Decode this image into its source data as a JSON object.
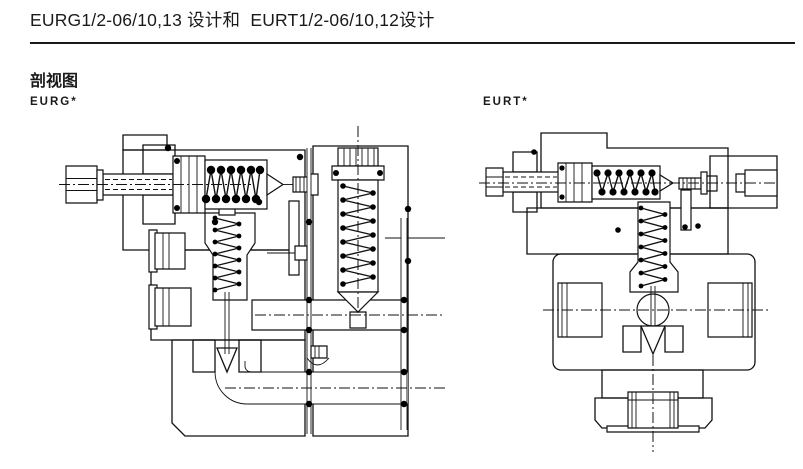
{
  "page": {
    "background": "#ffffff",
    "ink": "#1a1a1a"
  },
  "header": {
    "title": "EURG1/2-06/10,13 设计和  EURT1/2-06/10,12设计"
  },
  "section": {
    "heading": "剖视图"
  },
  "figures": [
    {
      "id": "eurg",
      "label": "EURG*",
      "description": "cross-section drawing of EURG valve"
    },
    {
      "id": "eurt",
      "label": "EURT*",
      "description": "cross-section drawing of EURT valve"
    }
  ]
}
